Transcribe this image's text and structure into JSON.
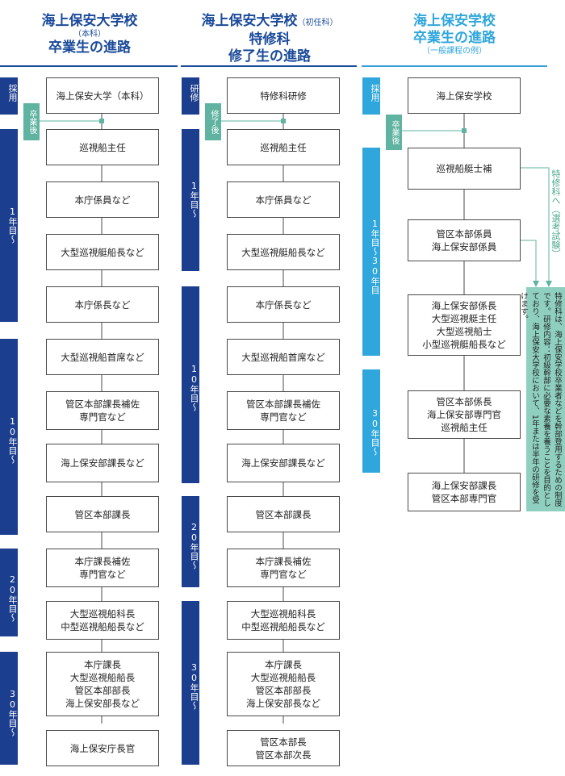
{
  "col1": {
    "title1": "海上保安大学校",
    "title_sub": "（本科）",
    "title2": "卒業生の進路",
    "tag": "卒業後",
    "bars": [
      "採用",
      "1年目～",
      "10年目～",
      "20年目～",
      "30年目～"
    ],
    "boxes": [
      "海上保安大学（本科）",
      "巡視船主任",
      "本庁係員など",
      "大型巡視艇船長など",
      "本庁係長など",
      "大型巡視船首席など",
      "管区本部課長補佐\n専門官など",
      "海上保安部課長など",
      "管区本部課長",
      "本庁課長補佐\n専門官など",
      "大型巡視船科長\n中型巡視船船長など",
      "本庁課長\n大型巡視船船長\n管区本部部長\n海上保安部長など",
      "海上保安庁長官"
    ]
  },
  "col2": {
    "title1": "海上保安大学校",
    "title1_small": "（初任科）",
    "title2": "特修科",
    "title3": "修了生の進路",
    "tag": "修了後",
    "bars": [
      "研修",
      "1年目～",
      "10年目～",
      "20年目～",
      "30年目～"
    ],
    "boxes": [
      "特修科研修",
      "巡視船主任",
      "本庁係員など",
      "大型巡視艇船長など",
      "本庁係長など",
      "大型巡視船首席など",
      "管区本部課長補佐\n専門官など",
      "海上保安部課長など",
      "管区本部課長",
      "本庁課長補佐\n専門官など",
      "大型巡視船科長\n中型巡視船船長など",
      "本庁課長\n大型巡視船船長\n管区本部部長\n海上保安部長など",
      "管区本部長\n管区本部次長"
    ]
  },
  "col3": {
    "title1": "海上保安学校",
    "title2": "卒業生の進路",
    "title_sub": "（一般課程の例）",
    "tag": "卒業後",
    "bars": [
      "採用",
      "1年目～30年目",
      "30年目～"
    ],
    "boxes": [
      "海上保安学校",
      "巡視船艇士補",
      "管区本部係員\n海上保安部係員",
      "海上保安部係長\n大型巡視艇主任\n大型巡視船士\n小型巡視艇船長など",
      "管区本部係長\n海上保安部専門官\n巡視船主任",
      "海上保安部課長\n管区本部専門官"
    ],
    "side_label": "特修科へ（選考試験）",
    "note": "特修科は、海上保安学校卒業者などを幹部登用するための制度です。研修内容：初級幹部に必要な素養を養うことを目的としており、海上保安大学校において、1年または半年の研修を受けます。"
  },
  "colors": {
    "navy": "#1c3e8e",
    "cyan": "#2fa6dc",
    "teal": "#5fb3a0",
    "note_bg": "#8fcfbf",
    "title": "#1a4a9a"
  }
}
